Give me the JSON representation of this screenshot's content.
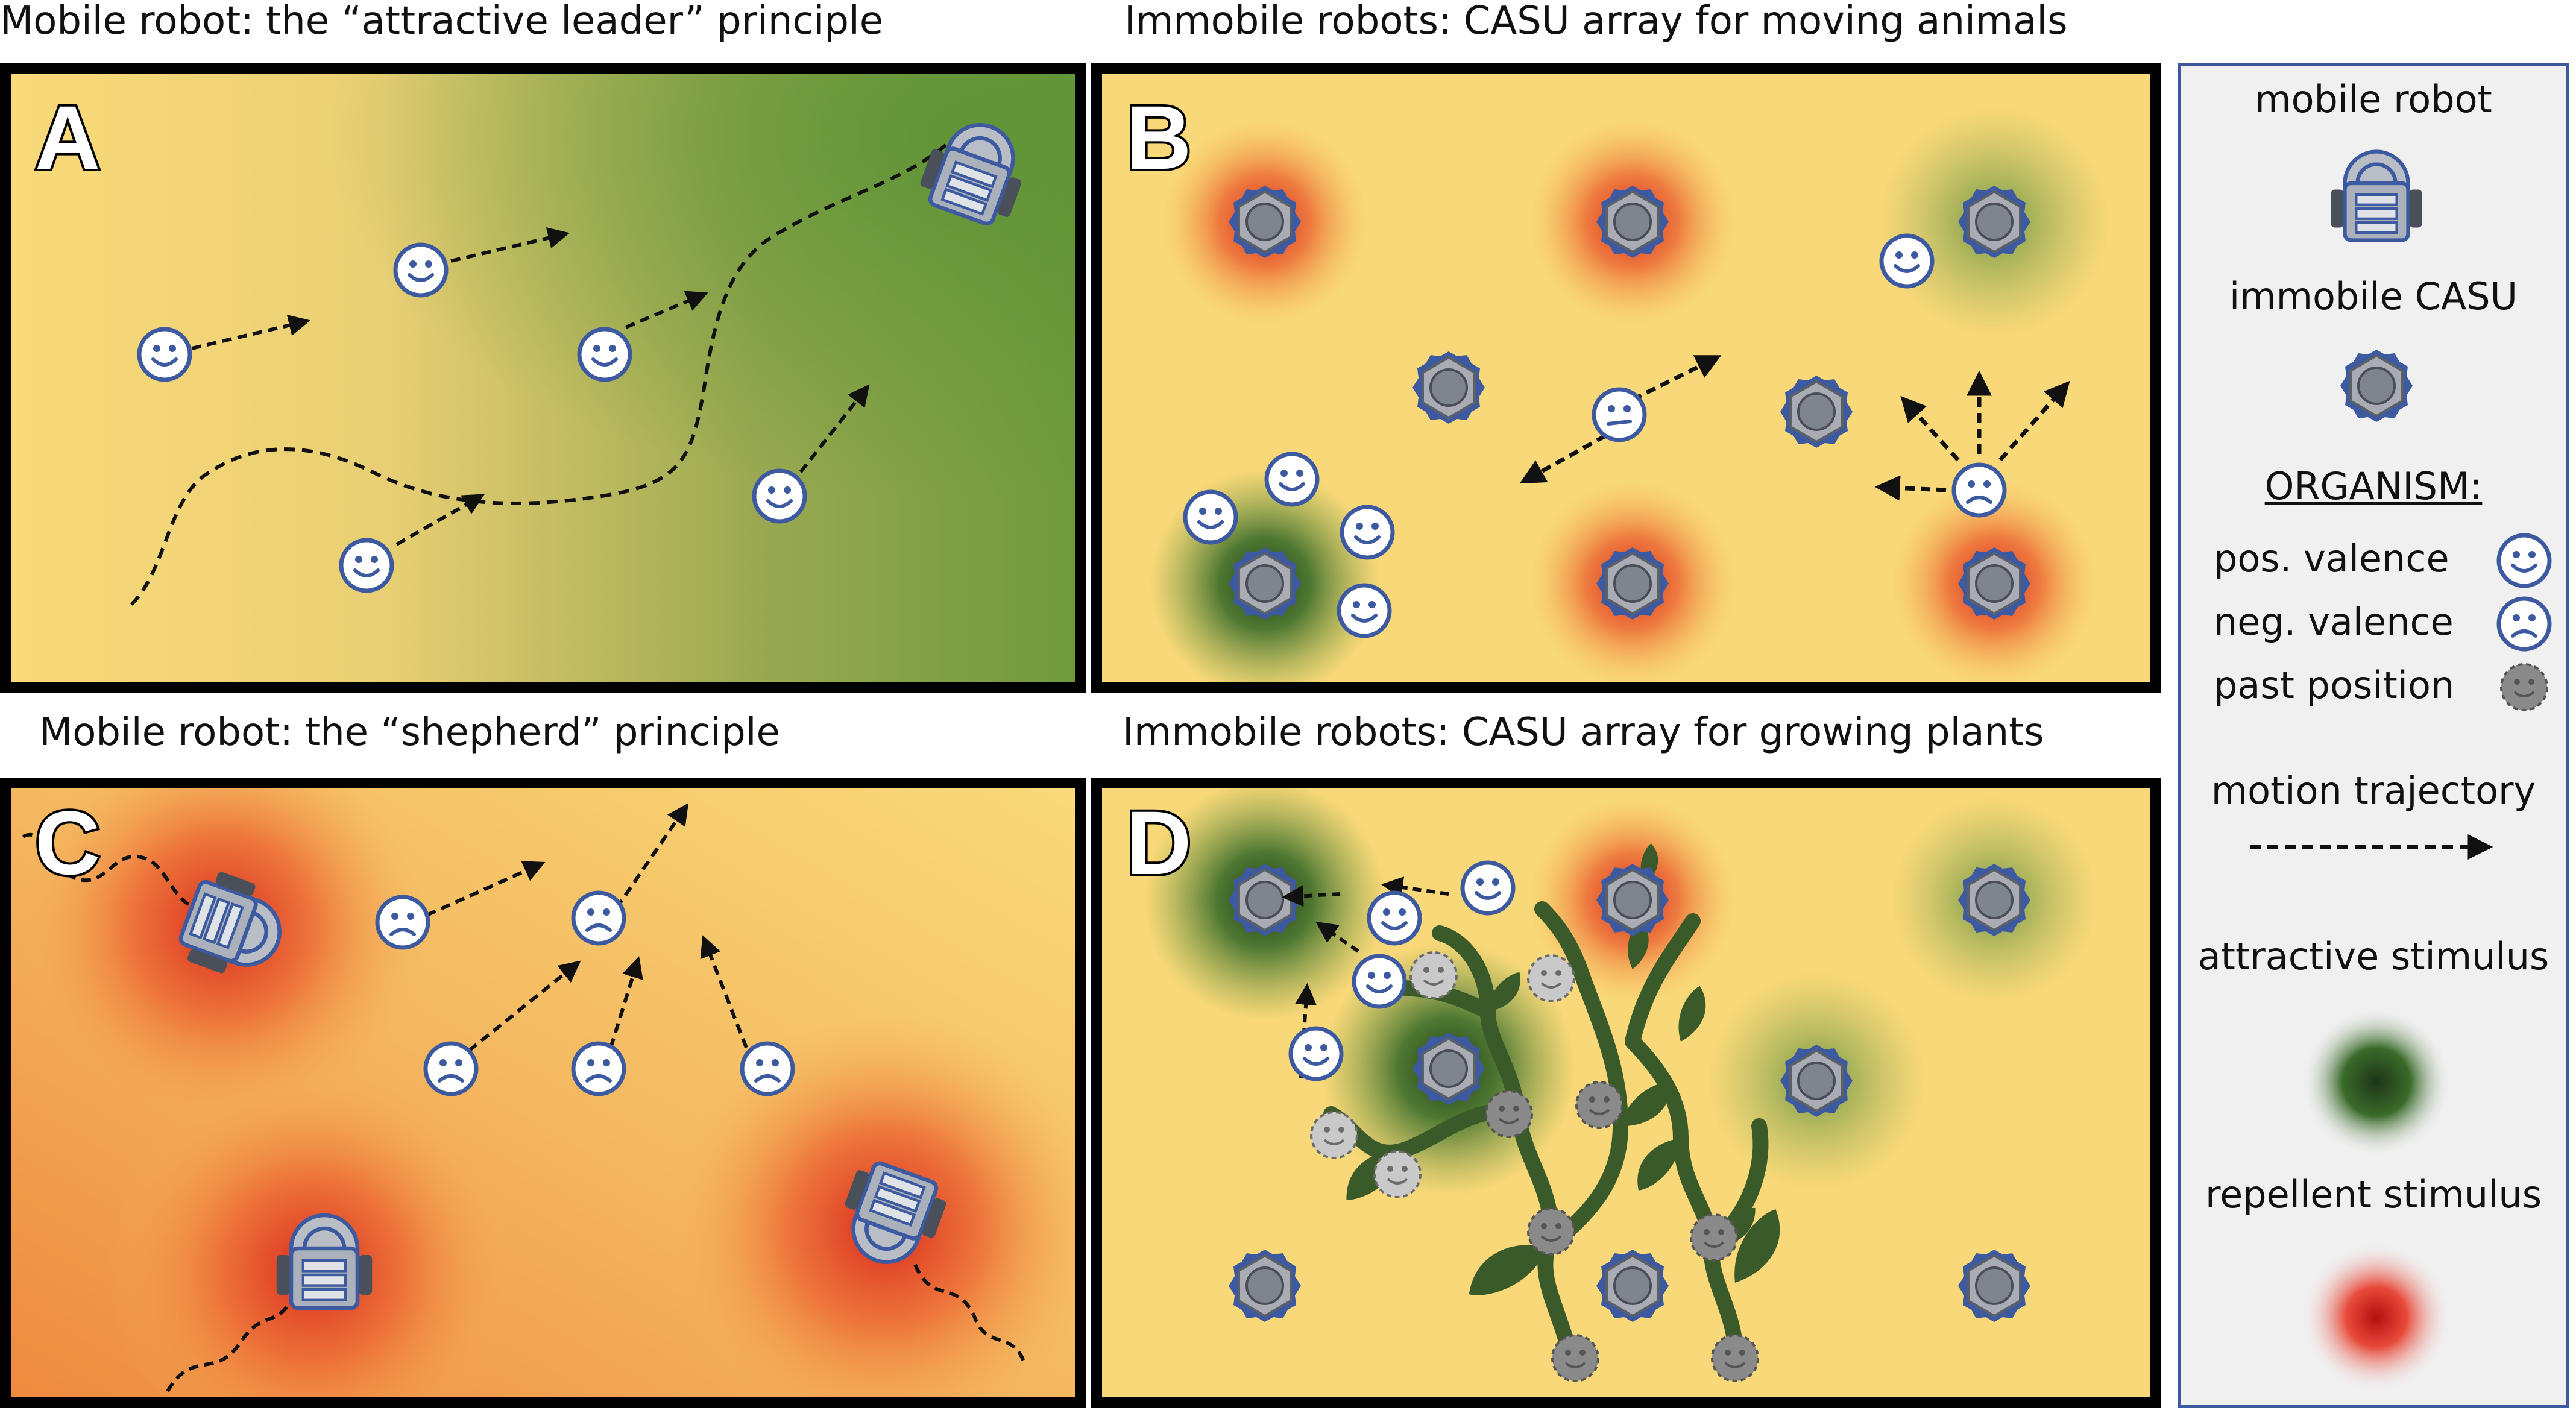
{
  "captions": {
    "a": "Mobile robot: the “attractive leader” principle",
    "b": "Immobile robots: CASU array for moving animals",
    "c": "Mobile robot: the “shepherd” principle",
    "d": "Immobile robots: CASU array for growing plants"
  },
  "panels": {
    "a": {
      "letter": "A"
    },
    "b": {
      "letter": "B"
    },
    "c": {
      "letter": "C"
    },
    "d": {
      "letter": "D"
    }
  },
  "legend": {
    "mobile_robot": "mobile robot",
    "immobile_casu": "immobile CASU",
    "organism_heading": "ORGANISM:",
    "pos_valence": "pos. valence",
    "neg_valence": "neg. valence",
    "past_position": "past position",
    "motion_trajectory": "motion trajectory",
    "attractive_stimulus": "attractive stimulus",
    "repellent_stimulus": "repellent stimulus"
  },
  "icons": {
    "mobile_robot": "mobile-robot-icon",
    "casu": "casu-icon",
    "happy": "happy-face-icon",
    "sad": "sad-face-icon",
    "past": "past-position-icon"
  },
  "colors": {
    "sand": "#f8d878",
    "attractive": "#2f6b22",
    "repellent": "#e2402a",
    "outline": "#3d5aa0",
    "casu_body": "#8f969e"
  }
}
